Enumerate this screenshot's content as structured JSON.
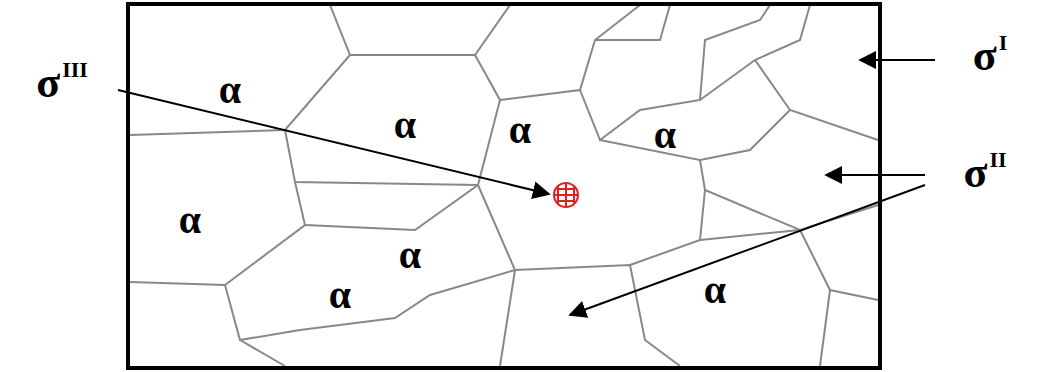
{
  "diagram": {
    "labels": [
      "α",
      "σIII",
      "σI",
      "α",
      "α",
      "α",
      "σII",
      "α",
      "α",
      "α",
      "α"
    ]
  }
}
